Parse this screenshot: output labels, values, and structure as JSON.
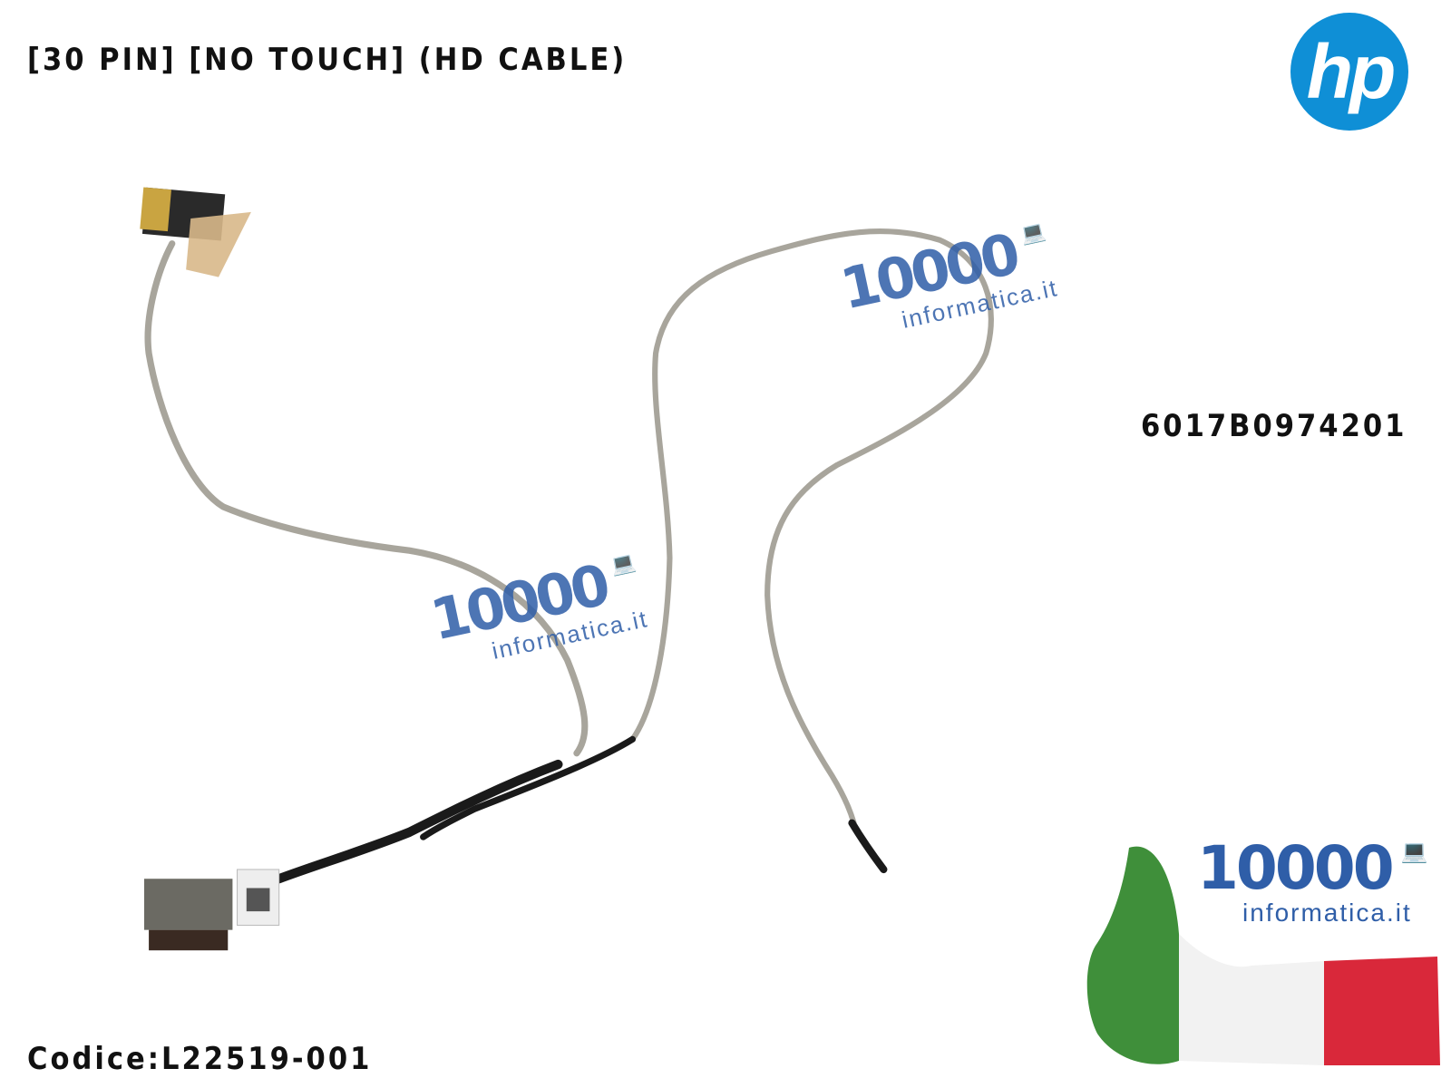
{
  "header": {
    "title": "[30 PIN] [NO TOUCH] (HD CABLE)"
  },
  "brand": {
    "hp_logo": "hp",
    "hp_color": "#0f8fd6"
  },
  "product": {
    "part_number": "6017B0974201",
    "code": "Codice:L22519-001"
  },
  "watermark": {
    "number": "10000",
    "domain": "informatica.it",
    "color": "#2f5ea8"
  },
  "icons": {
    "laptop": "laptop-icon"
  }
}
